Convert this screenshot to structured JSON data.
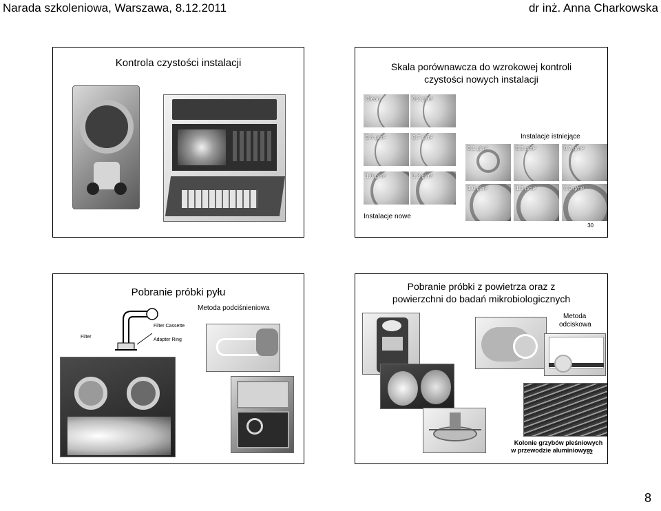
{
  "header": {
    "left": "Narada szkoleniowa, Warszawa, 8.12.2011",
    "right": "dr inż. Anna Charkowska"
  },
  "page_number": "8",
  "slide1": {
    "title": "Kontrola czystości instalacji"
  },
  "slide2": {
    "title_line1": "Skala porównawcza do wzrokowej kontroli",
    "title_line2": "czystości nowych instalacji",
    "new_tiles": [
      "Clean",
      "0.2 g/m²",
      "0.4 g/m²",
      "0.7 g/m²",
      "1.0 g/m²",
      "1.3 g/m²"
    ],
    "existing_label": "Instalacje istniejące",
    "existing_tiles": [
      "0.1 g/m²",
      "0.3 g/m²",
      "0.7 g/m²",
      "1.0 g/m²",
      "1.3 g/m²",
      "4.0 g/m²"
    ],
    "new_label": "Instalacje nowe",
    "slide_number": "30"
  },
  "slide3": {
    "title": "Pobranie próbki pyłu",
    "subtitle": "Metoda podciśnieniowa",
    "diagram_labels": {
      "filter_cassette": "Filter Cassette",
      "filter": "Filter",
      "adapter_ring": "Adapter Ring"
    }
  },
  "slide4": {
    "title_line1": "Pobranie próbki z powietrza oraz z",
    "title_line2": "powierzchni do badań mikrobiologicznych",
    "method_line1": "Metoda",
    "method_line2": "odciskowa",
    "caption_line1": "Kolonie grzybów pleśniowych",
    "caption_line2": "w przewodzie aluminiowym",
    "slide_number": "32"
  }
}
